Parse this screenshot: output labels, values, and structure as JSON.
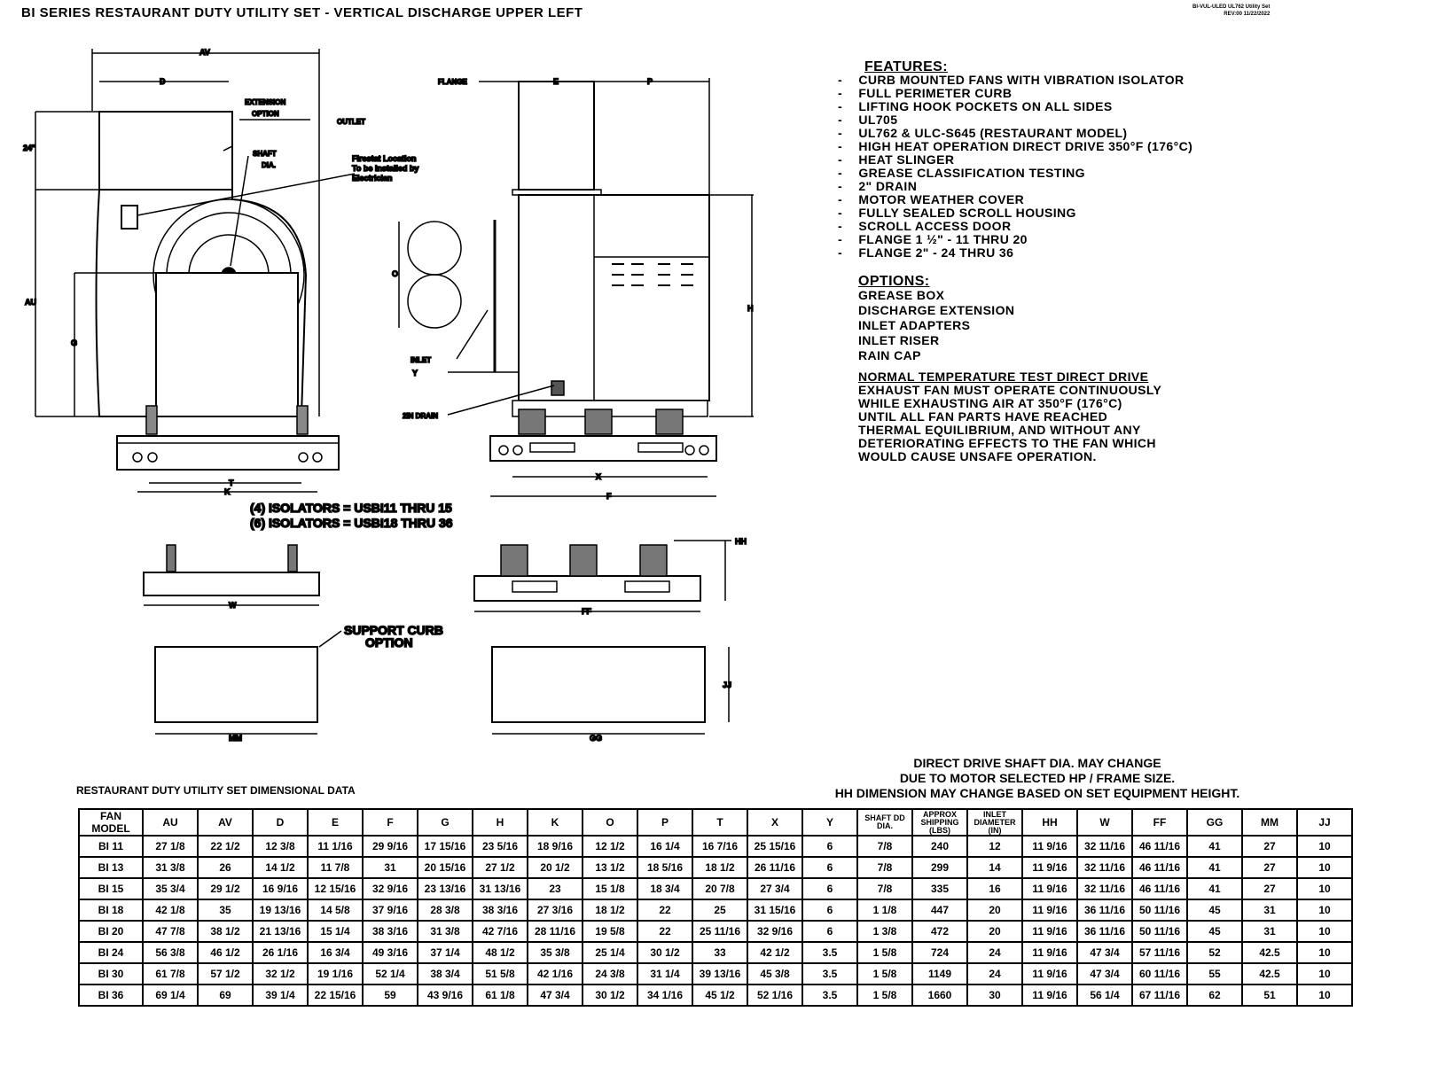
{
  "title": "BI SERIES RESTAURANT DUTY UTILITY SET - VERTICAL DISCHARGE UPPER LEFT",
  "revision": {
    "line1": "BI-VUL-ULED UL762 Utility Set",
    "line2": "REV:00 11/22/2022"
  },
  "drawing_labels": {
    "av": "AV",
    "d": "D",
    "extension_option_1": "EXTENSION",
    "extension_option_2": "OPTION",
    "outlet": "OUTLET",
    "shaft_1": "SHAFT",
    "shaft_2": "DIA.",
    "dim_24": "24\"",
    "firestat_1": "Firestat Location",
    "firestat_2": "To be installed by",
    "firestat_3": "Electrician",
    "au": "AU",
    "g": "G",
    "t": "T",
    "k": "K",
    "flange": "FLANGE",
    "e": "E",
    "p": "P",
    "o": "O",
    "inlet": "INLET",
    "y": "Y",
    "drain": "2IN DRAIN",
    "h": "H",
    "x": "X",
    "f": "F",
    "isolators_1": "(4) ISOLATORS = USBI11 THRU 15",
    "isolators_2": "(6) ISOLATORS = USBI18 THRU 36",
    "hh": "HH",
    "w": "W",
    "ff": "FF",
    "support_curb_1": "SUPPORT CURB",
    "support_curb_2": "OPTION",
    "jj": "JJ",
    "mm": "MM",
    "gg": "GG"
  },
  "features": {
    "heading": "FEATURES:",
    "items": [
      "CURB MOUNTED FANS WITH VIBRATION ISOLATOR",
      "FULL PERIMETER CURB",
      "LIFTING HOOK POCKETS ON ALL SIDES",
      "UL705",
      "UL762 & ULC-S645 (RESTAURANT MODEL)",
      "HIGH HEAT OPERATION DIRECT DRIVE 350°F (176°C)",
      "HEAT SLINGER",
      "GREASE CLASSIFICATION TESTING",
      "2\" DRAIN",
      "MOTOR WEATHER COVER",
      "FULLY SEALED SCROLL HOUSING",
      "SCROLL ACCESS DOOR",
      "FLANGE 1 ½\" - 11 THRU 20",
      "FLANGE 2\" - 24 THRU 36"
    ]
  },
  "options": {
    "heading": "OPTIONS:",
    "items": [
      "GREASE BOX",
      "DISCHARGE EXTENSION",
      "INLET ADAPTERS",
      "INLET RISER",
      "RAIN CAP"
    ]
  },
  "normal_temp": {
    "heading": "NORMAL TEMPERATURE TEST DIRECT DRIVE",
    "lines": [
      "EXHAUST FAN MUST OPERATE CONTINUOUSLY",
      "WHILE EXHAUSTING AIR AT 350°F (176°C)",
      "UNTIL ALL FAN PARTS HAVE REACHED",
      "THERMAL EQUILIBRIUM, AND WITHOUT ANY",
      "DETERIORATING EFFECTS TO THE FAN WHICH",
      "WOULD CAUSE UNSAFE OPERATION."
    ]
  },
  "table": {
    "title": "RESTAURANT DUTY UTILITY SET DIMENSIONAL DATA",
    "notes": [
      "DIRECT DRIVE SHAFT DIA. MAY CHANGE",
      "DUE TO MOTOR SELECTED HP / FRAME SIZE.",
      "HH DIMENSION MAY CHANGE BASED ON SET EQUIPMENT HEIGHT."
    ],
    "headers": [
      "FAN MODEL",
      "AU",
      "AV",
      "D",
      "E",
      "F",
      "G",
      "H",
      "K",
      "O",
      "P",
      "T",
      "X",
      "Y",
      "SHAFT DD DIA.",
      "APPROX SHIPPING (LBS)",
      "INLET DIAMETER (IN)",
      "HH",
      "W",
      "FF",
      "GG",
      "MM",
      "JJ"
    ],
    "rows": [
      [
        "BI 11",
        "27 1/8",
        "22 1/2",
        "12 3/8",
        "11 1/16",
        "29 9/16",
        "17 15/16",
        "23 5/16",
        "18 9/16",
        "12 1/2",
        "16 1/4",
        "16 7/16",
        "25 15/16",
        "6",
        "7/8",
        "240",
        "12",
        "11 9/16",
        "32 11/16",
        "46 11/16",
        "41",
        "27",
        "10"
      ],
      [
        "BI 13",
        "31 3/8",
        "26",
        "14 1/2",
        "11 7/8",
        "31",
        "20 15/16",
        "27 1/2",
        "20 1/2",
        "13 1/2",
        "18 5/16",
        "18 1/2",
        "26 11/16",
        "6",
        "7/8",
        "299",
        "14",
        "11 9/16",
        "32 11/16",
        "46 11/16",
        "41",
        "27",
        "10"
      ],
      [
        "BI 15",
        "35 3/4",
        "29 1/2",
        "16 9/16",
        "12 15/16",
        "32 9/16",
        "23 13/16",
        "31 13/16",
        "23",
        "15 1/8",
        "18 3/4",
        "20 7/8",
        "27 3/4",
        "6",
        "7/8",
        "335",
        "16",
        "11 9/16",
        "32 11/16",
        "46 11/16",
        "41",
        "27",
        "10"
      ],
      [
        "BI 18",
        "42 1/8",
        "35",
        "19 13/16",
        "14 5/8",
        "37 9/16",
        "28 3/8",
        "38 3/16",
        "27 3/16",
        "18 1/2",
        "22",
        "25",
        "31 15/16",
        "6",
        "1 1/8",
        "447",
        "20",
        "11 9/16",
        "36 11/16",
        "50 11/16",
        "45",
        "31",
        "10"
      ],
      [
        "BI 20",
        "47 7/8",
        "38 1/2",
        "21 13/16",
        "15 1/4",
        "38 3/16",
        "31 3/8",
        "42 7/16",
        "28 11/16",
        "19 5/8",
        "22",
        "25 11/16",
        "32 9/16",
        "6",
        "1 3/8",
        "472",
        "20",
        "11 9/16",
        "36 11/16",
        "50 11/16",
        "45",
        "31",
        "10"
      ],
      [
        "BI 24",
        "56 3/8",
        "46 1/2",
        "26 1/16",
        "16 3/4",
        "49 3/16",
        "37 1/4",
        "48 1/2",
        "35 3/8",
        "25 1/4",
        "30 1/2",
        "33",
        "42 1/2",
        "3.5",
        "1 5/8",
        "724",
        "24",
        "11 9/16",
        "47 3/4",
        "57 11/16",
        "52",
        "42.5",
        "10"
      ],
      [
        "BI 30",
        "61 7/8",
        "57 1/2",
        "32 1/2",
        "19 1/16",
        "52 1/4",
        "38 3/4",
        "51 5/8",
        "42 1/16",
        "24 3/8",
        "31 1/4",
        "39 13/16",
        "45 3/8",
        "3.5",
        "1 5/8",
        "1149",
        "24",
        "11 9/16",
        "47 3/4",
        "60 11/16",
        "55",
        "42.5",
        "10"
      ],
      [
        "BI 36",
        "69 1/4",
        "69",
        "39 1/4",
        "22 15/16",
        "59",
        "43 9/16",
        "61 1/8",
        "47 3/4",
        "30 1/2",
        "34 1/16",
        "45 1/2",
        "52 1/16",
        "3.5",
        "1 5/8",
        "1660",
        "30",
        "11 9/16",
        "56 1/4",
        "67 11/16",
        "62",
        "51",
        "10"
      ]
    ]
  }
}
